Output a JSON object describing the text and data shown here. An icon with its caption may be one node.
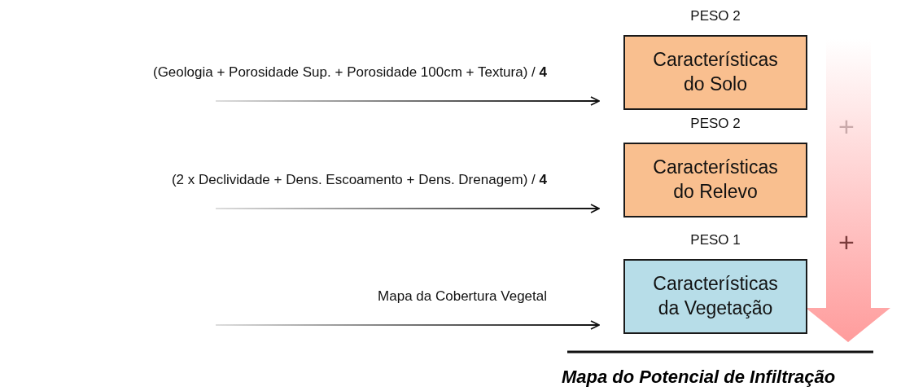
{
  "diagram": {
    "nodes": [
      {
        "text": [
          "Características do Solo"
        ],
        "beside": [
          "PESO 2"
        ]
      },
      {
        "text": [
          "Características do Relevo"
        ],
        "beside": [
          "PESO 2"
        ]
      },
      {
        "text": [
          "Características da Vegetação"
        ],
        "beside": [
          "PESO 1"
        ]
      }
    ],
    "edges": [
      {
        "from": null,
        "to": 0,
        "arrow": "to",
        "label": "(Geologia + Porosidade Sup. + Porosidade 100cm + Textura) / **4**"
      },
      {
        "from": null,
        "to": 1,
        "arrow": "to",
        "label": "(2 x Declividade + Dens. Escoamento + Dens. Drenagem) / **4**"
      },
      {
        "from": null,
        "to": 2,
        "arrow": "to",
        "label": "Mapa da Cobertura Vegetal"
      }
    ],
    "labels": [
      "+",
      "+",
      "Mapa do Potencial de Infiltração"
    ]
  }
}
